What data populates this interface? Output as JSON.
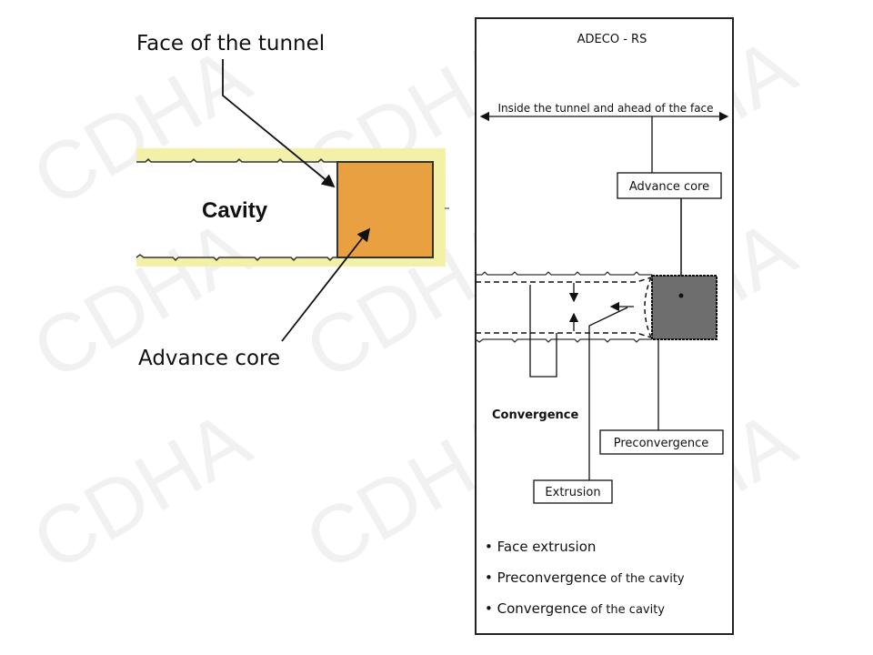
{
  "left": {
    "face_label": "Face of the tunnel",
    "cavity_label": "Cavity",
    "core_label": "Advance core",
    "core_color": "#e8a040",
    "ground_color": "#f3f0a8"
  },
  "right": {
    "title": "ADECO - RS",
    "zone_label": "Inside the tunnel and ahead of the face",
    "advance_core_box": "Advance core",
    "convergence_label": "Convergence",
    "preconvergence_box": "Preconvergence",
    "extrusion_box": "Extrusion",
    "core_color": "#6e6e6e",
    "bullets": [
      {
        "main": "Face extrusion",
        "suffix": ""
      },
      {
        "main": "Preconvergence",
        "suffix": " of the cavity"
      },
      {
        "main": "Convergence",
        "suffix": " of the cavity"
      }
    ]
  },
  "watermark": "CDHA"
}
